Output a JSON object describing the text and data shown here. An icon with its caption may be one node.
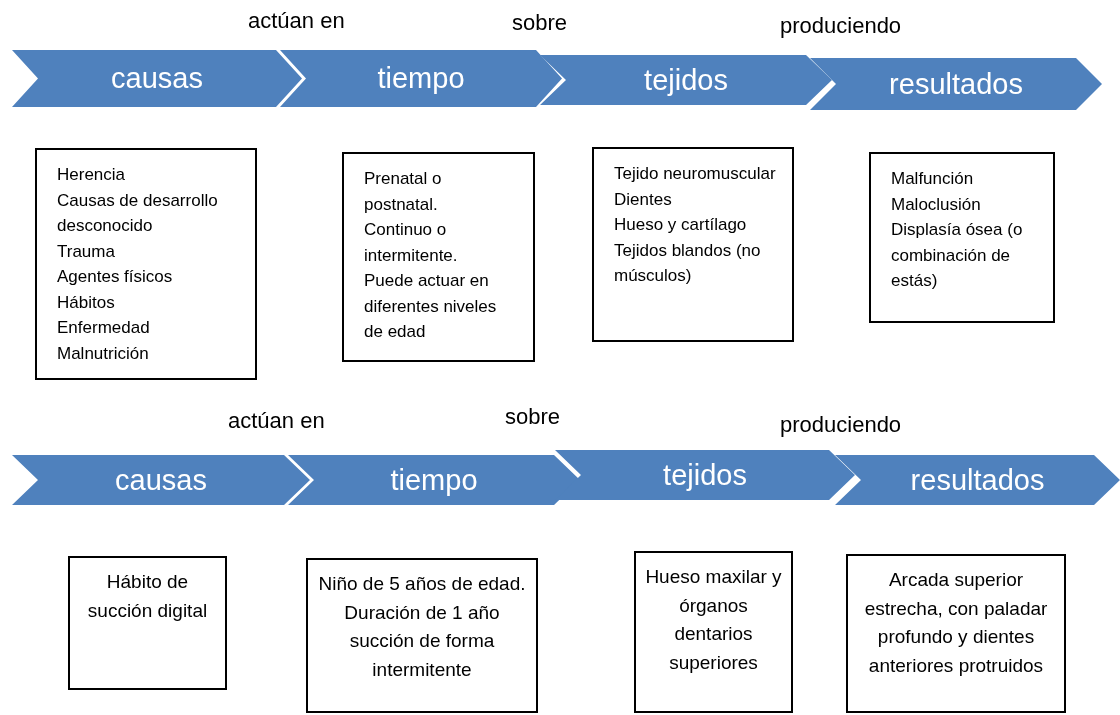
{
  "diagram": {
    "nodes": [
      {
        "text": [
          "causas"
        ]
      },
      {
        "text": [
          "tiempo"
        ]
      },
      {
        "text": [
          "tejidos"
        ]
      },
      {
        "text": [
          "resultados"
        ]
      },
      {
        "text": [
          "Herencia",
          "Causas de desarrollo desconocido",
          "Trauma",
          "Agentes físicos",
          "Hábitos",
          "Enfermedad",
          "Malnutrición"
        ]
      },
      {
        "text": [
          "Prenatal o postnatal.",
          "Continuo o intermitente.",
          "Puede actuar en diferentes niveles de edad"
        ]
      },
      {
        "text": [
          "Tejido neuromuscular",
          "Dientes",
          "Hueso y cartílago",
          "Tejidos blandos (no músculos)"
        ]
      },
      {
        "text": [
          "Malfunción",
          "Maloclusión",
          "Displasía ósea (o combinación de estás)"
        ]
      },
      {
        "text": [
          "causas"
        ]
      },
      {
        "text": [
          "tiempo"
        ]
      },
      {
        "text": [
          "tejidos"
        ]
      },
      {
        "text": [
          "resultados"
        ]
      },
      {
        "text": [
          "Hábito de succión digital"
        ]
      },
      {
        "text": [
          "Niño de 5 años de edad.",
          "Duración de 1 año succión de forma intermitente"
        ]
      },
      {
        "text": [
          "Hueso maxilar y órganos dentarios superiores"
        ]
      },
      {
        "text": [
          "Arcada superior estrecha, con paladar profundo y dientes anteriores protruidos"
        ]
      }
    ],
    "edges": [],
    "labels": [
      "actúan en",
      "sobre",
      "produciendo",
      "actúan en",
      "sobre",
      "produciendo"
    ]
  }
}
